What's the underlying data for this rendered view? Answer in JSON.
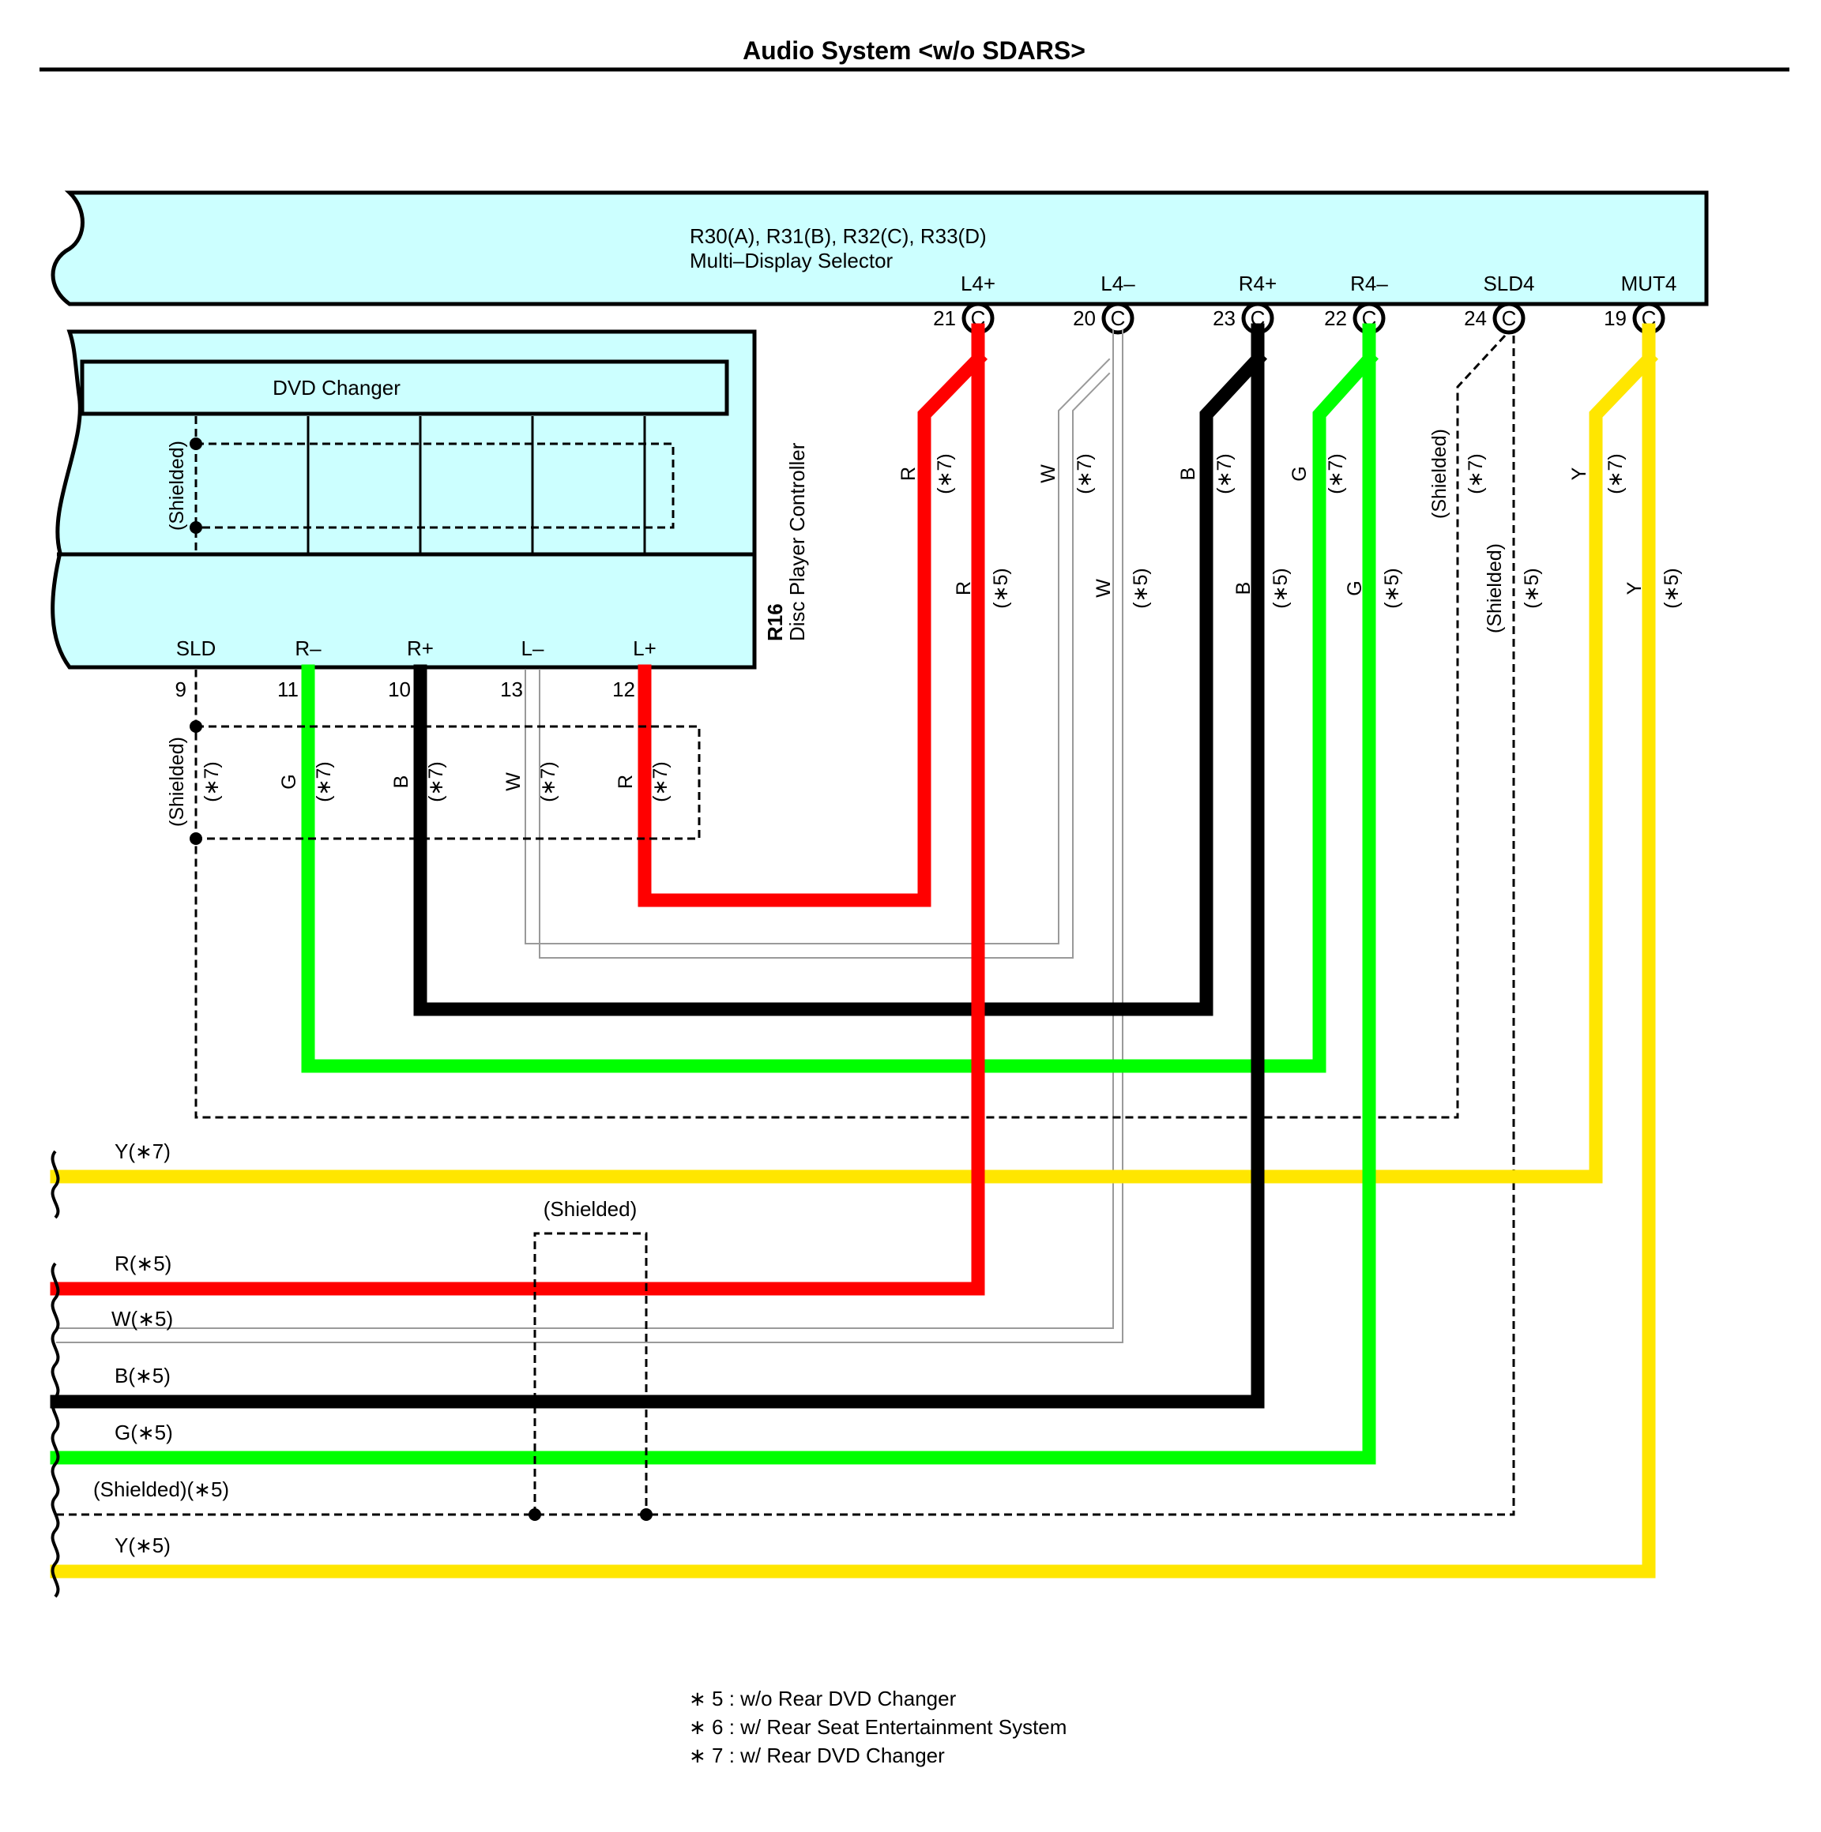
{
  "title": "Audio System <w/o SDARS>",
  "colors": {
    "box_fill": "#ccffff",
    "red": "#ff0000",
    "green": "#00ff00",
    "black": "#000000",
    "white_wire": "#9a9a9a",
    "yellow": "#ffe600"
  },
  "selector": {
    "connectors": "R30(A), R31(B), R32(C), R33(D)",
    "name": "Multi–Display Selector",
    "terminals": [
      {
        "name": "L4+",
        "pin": "21",
        "conn": "C"
      },
      {
        "name": "L4–",
        "pin": "20",
        "conn": "C"
      },
      {
        "name": "R4+",
        "pin": "23",
        "conn": "C"
      },
      {
        "name": "R4–",
        "pin": "22",
        "conn": "C"
      },
      {
        "name": "SLD4",
        "pin": "24",
        "conn": "C"
      },
      {
        "name": "MUT4",
        "pin": "19",
        "conn": "C"
      }
    ]
  },
  "controller": {
    "code": "R16",
    "name": "Disc Player Controller",
    "dvd_changer": "DVD Changer",
    "shielded": "(Shielded)",
    "terminals": [
      {
        "name": "SLD",
        "pin": "9"
      },
      {
        "name": "R–",
        "pin": "11"
      },
      {
        "name": "R+",
        "pin": "10"
      },
      {
        "name": "L–",
        "pin": "13"
      },
      {
        "name": "L+",
        "pin": "12"
      }
    ]
  },
  "wire_labels": {
    "colors": [
      "R",
      "W",
      "B",
      "G",
      "(Shielded)",
      "Y"
    ],
    "note7": "(∗7)",
    "note5": "(∗5)",
    "lower": [
      "G",
      "B",
      "W",
      "R"
    ]
  },
  "outputs": {
    "y7": "Y(∗7)",
    "shielded": "(Shielded)",
    "r5": "R(∗5)",
    "w5": "W(∗5)",
    "b5": "B(∗5)",
    "g5": "G(∗5)",
    "sld5": "(Shielded)(∗5)",
    "y5": "Y(∗5)"
  },
  "notes": [
    "∗ 5 : w/o Rear DVD Changer",
    "∗ 6 : w/ Rear Seat Entertainment System",
    "∗ 7 : w/ Rear DVD Changer"
  ]
}
